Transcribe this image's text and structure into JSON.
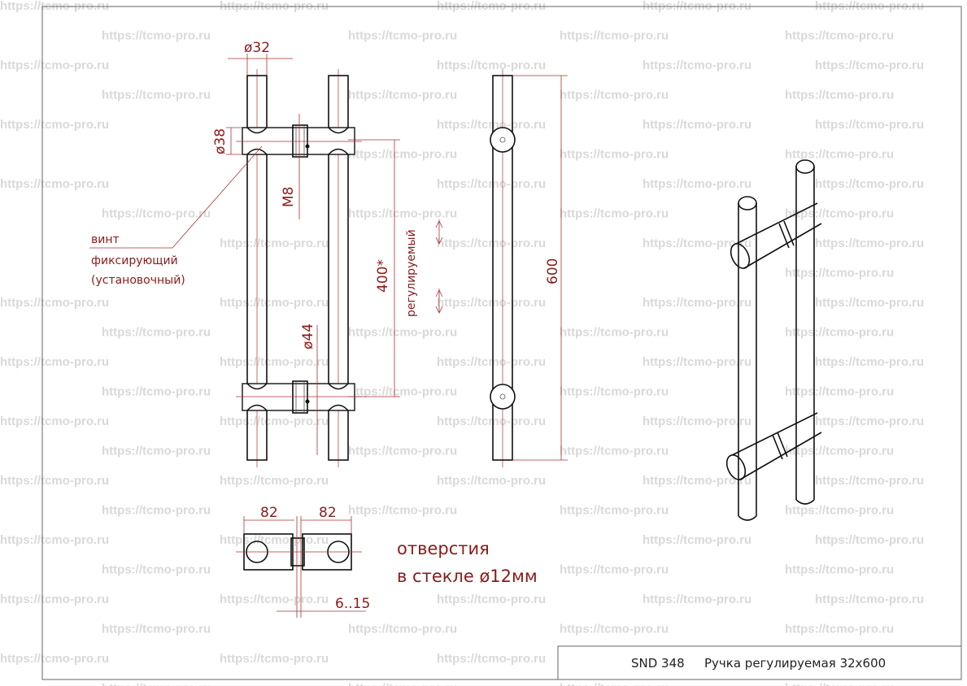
{
  "watermark": "https://tcmo-pro.ru",
  "colors": {
    "annotation": "#8b1a1a",
    "outline": "#111111",
    "watermark": "#d9d9d9"
  },
  "dimensions": {
    "tube_diameter": "ø32",
    "standoff_diameter": "ø38",
    "screw_thread": "M8",
    "collar_diameter": "ø44",
    "center_distance": "400*",
    "adjustable_note": "регулируемый",
    "total_length": "600",
    "standoff_left": "82",
    "standoff_right": "82",
    "glass_thickness": "6..15"
  },
  "callout": {
    "line1": "винт",
    "line2": "фиксирующий",
    "line3": "(установочный)"
  },
  "note": {
    "line1": "отверстия",
    "line2": "в стекле ø12мм"
  },
  "title_block": {
    "code": "SND 348",
    "name": "Ручка регулируемая 32x600"
  }
}
